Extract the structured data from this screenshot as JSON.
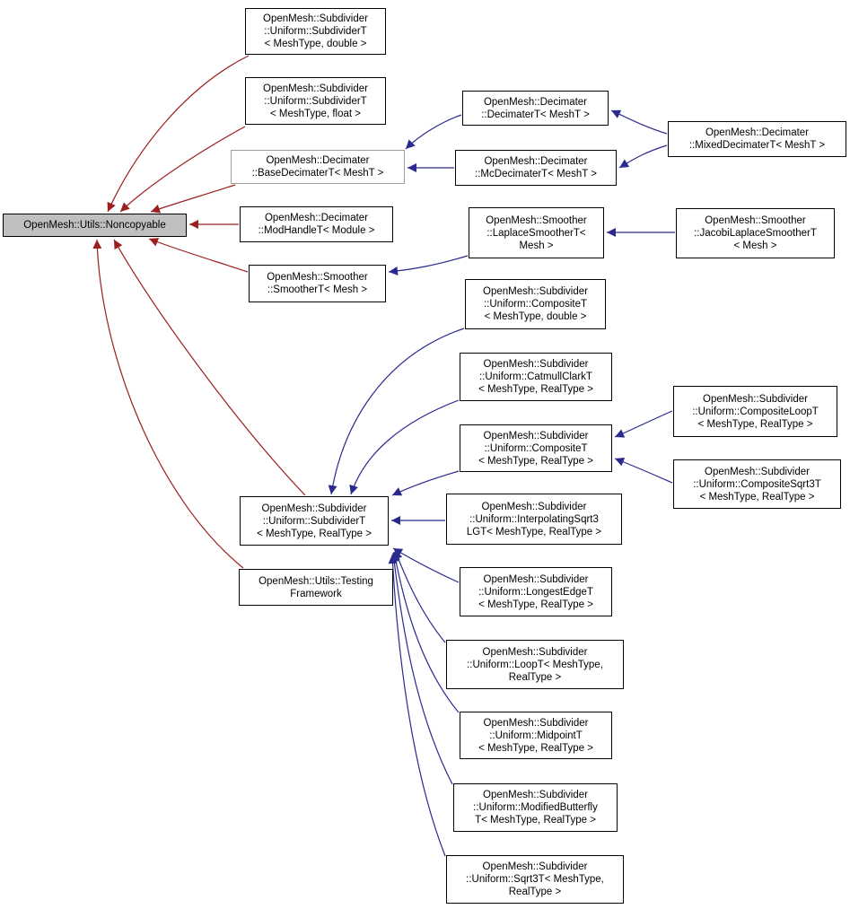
{
  "diagram": {
    "kind": "inheritance-graph",
    "root_class": "OpenMesh::Utils::Noncopyable",
    "colors": {
      "private_inheritance_edge": "#9c1f1f",
      "public_inheritance_edge": "#2a2a8e",
      "node_fill": "#ffffff",
      "root_node_fill": "#bfbfbf",
      "node_border": "#000000",
      "truncated_node_border": "#9e9e9e",
      "background": "#ffffff"
    },
    "nodes": [
      {
        "id": "subdivider-double",
        "variant": "default",
        "lines": [
          "OpenMesh::Subdivider",
          "::Uniform::SubdividerT",
          "< MeshType, double >"
        ]
      },
      {
        "id": "subdivider-float",
        "variant": "default",
        "lines": [
          "OpenMesh::Subdivider",
          "::Uniform::SubdividerT",
          "< MeshType, float >"
        ]
      },
      {
        "id": "base-decimater",
        "variant": "truncated",
        "lines": [
          "OpenMesh::Decimater",
          "::BaseDecimaterT< MeshT >"
        ]
      },
      {
        "id": "decimater",
        "variant": "default",
        "lines": [
          "OpenMesh::Decimater",
          "::DecimaterT< MeshT >"
        ]
      },
      {
        "id": "mc-decimater",
        "variant": "default",
        "lines": [
          "OpenMesh::Decimater",
          "::McDecimaterT< MeshT >"
        ]
      },
      {
        "id": "mixed-decimater",
        "variant": "default",
        "lines": [
          "OpenMesh::Decimater",
          "::MixedDecimaterT< MeshT >"
        ]
      },
      {
        "id": "noncopyable",
        "variant": "highlight",
        "lines": [
          "OpenMesh::Utils::Noncopyable"
        ]
      },
      {
        "id": "mod-handle",
        "variant": "default",
        "lines": [
          "OpenMesh::Decimater",
          "::ModHandleT< Module >"
        ]
      },
      {
        "id": "smoother",
        "variant": "default",
        "lines": [
          "OpenMesh::Smoother",
          "::SmootherT< Mesh >"
        ]
      },
      {
        "id": "laplace-smoother",
        "variant": "default",
        "lines": [
          "OpenMesh::Smoother",
          "::LaplaceSmootherT<",
          "Mesh >"
        ]
      },
      {
        "id": "jacobi-laplace-smoother",
        "variant": "default",
        "lines": [
          "OpenMesh::Smoother",
          "::JacobiLaplaceSmootherT",
          "< Mesh >"
        ]
      },
      {
        "id": "composite-double",
        "variant": "default",
        "lines": [
          "OpenMesh::Subdivider",
          "::Uniform::CompositeT",
          "< MeshType, double >"
        ]
      },
      {
        "id": "catmull-clark",
        "variant": "default",
        "lines": [
          "OpenMesh::Subdivider",
          "::Uniform::CatmullClarkT",
          "< MeshType, RealType >"
        ]
      },
      {
        "id": "composite-real",
        "variant": "default",
        "lines": [
          "OpenMesh::Subdivider",
          "::Uniform::CompositeT",
          "< MeshType, RealType >"
        ]
      },
      {
        "id": "composite-loop",
        "variant": "default",
        "lines": [
          "OpenMesh::Subdivider",
          "::Uniform::CompositeLoopT",
          "< MeshType, RealType >"
        ]
      },
      {
        "id": "composite-sqrt3",
        "variant": "default",
        "lines": [
          "OpenMesh::Subdivider",
          "::Uniform::CompositeSqrt3T",
          "< MeshType, RealType >"
        ]
      },
      {
        "id": "subdivider-real",
        "variant": "default",
        "lines": [
          "OpenMesh::Subdivider",
          "::Uniform::SubdividerT",
          "< MeshType, RealType >"
        ]
      },
      {
        "id": "interpolating-sqrt3-lgt",
        "variant": "default",
        "lines": [
          "OpenMesh::Subdivider",
          "::Uniform::InterpolatingSqrt3",
          "LGT< MeshType, RealType >"
        ]
      },
      {
        "id": "testing-framework",
        "variant": "default",
        "lines": [
          "OpenMesh::Utils::Testing",
          "Framework"
        ]
      },
      {
        "id": "longest-edge",
        "variant": "default",
        "lines": [
          "OpenMesh::Subdivider",
          "::Uniform::LongestEdgeT",
          "< MeshType, RealType >"
        ]
      },
      {
        "id": "loop",
        "variant": "default",
        "lines": [
          "OpenMesh::Subdivider",
          "::Uniform::LoopT< MeshType,",
          "RealType >"
        ]
      },
      {
        "id": "midpoint",
        "variant": "default",
        "lines": [
          "OpenMesh::Subdivider",
          "::Uniform::MidpointT",
          "< MeshType, RealType >"
        ]
      },
      {
        "id": "modified-butterfly",
        "variant": "default",
        "lines": [
          "OpenMesh::Subdivider",
          "::Uniform::ModifiedButterfly",
          "T< MeshType, RealType >"
        ]
      },
      {
        "id": "sqrt3",
        "variant": "default",
        "lines": [
          "OpenMesh::Subdivider",
          "::Uniform::Sqrt3T< MeshType,",
          "RealType >"
        ]
      }
    ],
    "edges": [
      {
        "from": "subdivider-double",
        "to": "noncopyable",
        "relation": "private"
      },
      {
        "from": "subdivider-float",
        "to": "noncopyable",
        "relation": "private"
      },
      {
        "from": "base-decimater",
        "to": "noncopyable",
        "relation": "private"
      },
      {
        "from": "mod-handle",
        "to": "noncopyable",
        "relation": "private"
      },
      {
        "from": "smoother",
        "to": "noncopyable",
        "relation": "private"
      },
      {
        "from": "subdivider-real",
        "to": "noncopyable",
        "relation": "private"
      },
      {
        "from": "testing-framework",
        "to": "noncopyable",
        "relation": "private"
      },
      {
        "from": "decimater",
        "to": "base-decimater",
        "relation": "public"
      },
      {
        "from": "mc-decimater",
        "to": "base-decimater",
        "relation": "public"
      },
      {
        "from": "mixed-decimater",
        "to": "decimater",
        "relation": "public"
      },
      {
        "from": "mixed-decimater",
        "to": "mc-decimater",
        "relation": "public"
      },
      {
        "from": "laplace-smoother",
        "to": "smoother",
        "relation": "public"
      },
      {
        "from": "jacobi-laplace-smoother",
        "to": "laplace-smoother",
        "relation": "public"
      },
      {
        "from": "composite-double",
        "to": "subdivider-real",
        "relation": "public"
      },
      {
        "from": "catmull-clark",
        "to": "subdivider-real",
        "relation": "public"
      },
      {
        "from": "composite-real",
        "to": "subdivider-real",
        "relation": "public"
      },
      {
        "from": "interpolating-sqrt3-lgt",
        "to": "subdivider-real",
        "relation": "public"
      },
      {
        "from": "longest-edge",
        "to": "subdivider-real",
        "relation": "public"
      },
      {
        "from": "loop",
        "to": "subdivider-real",
        "relation": "public"
      },
      {
        "from": "midpoint",
        "to": "subdivider-real",
        "relation": "public"
      },
      {
        "from": "modified-butterfly",
        "to": "subdivider-real",
        "relation": "public"
      },
      {
        "from": "sqrt3",
        "to": "subdivider-real",
        "relation": "public"
      },
      {
        "from": "composite-loop",
        "to": "composite-real",
        "relation": "public"
      },
      {
        "from": "composite-sqrt3",
        "to": "composite-real",
        "relation": "public"
      }
    ]
  }
}
